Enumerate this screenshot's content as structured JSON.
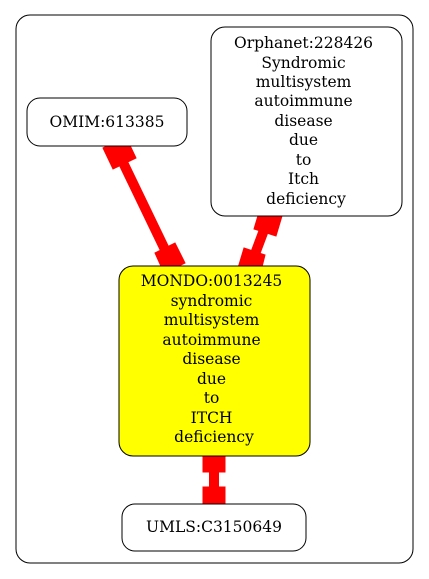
{
  "nodes": {
    "omim": {
      "lines": [
        "OMIM:613385"
      ],
      "fill": "#ffffff"
    },
    "orphanet": {
      "lines": [
        "Orphanet:228426",
        "Syndromic",
        "multisystem",
        "autoimmune",
        "disease",
        "due",
        "to",
        "Itch",
        "deficiency"
      ],
      "fill": "#ffffff"
    },
    "mondo": {
      "lines": [
        "MONDO:0013245",
        "syndromic",
        "multisystem",
        "autoimmune",
        "disease",
        "due",
        "to",
        "ITCH",
        "deficiency"
      ],
      "fill": "#ffff00"
    },
    "umls": {
      "lines": [
        "UMLS:C3150649"
      ],
      "fill": "#ffffff"
    }
  },
  "edges": [
    {
      "from": "omim",
      "to": "mondo",
      "color": "#ff0000"
    },
    {
      "from": "orphanet",
      "to": "mondo",
      "color": "#ff0000"
    },
    {
      "from": "mondo",
      "to": "umls",
      "color": "#ff0000"
    }
  ]
}
